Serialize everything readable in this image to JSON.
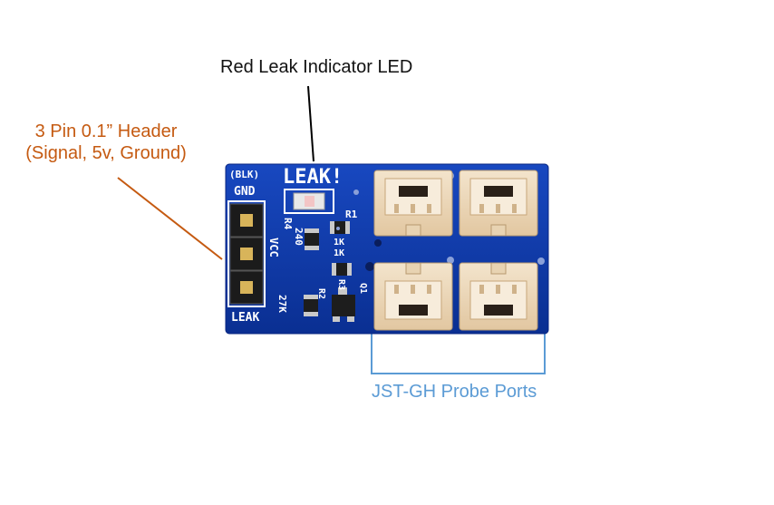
{
  "annotations": {
    "led": "Red Leak Indicator LED",
    "header_line1": "3 Pin 0.1” Header",
    "header_line2": "(Signal, 5v, Ground)",
    "probes": "JST-GH Probe Ports"
  },
  "silkscreen": {
    "leak": "LEAK!",
    "blk": "(BLK)",
    "gnd": "GND",
    "vcc": "VCC",
    "leak_pin": "LEAK",
    "r1": "R1",
    "r2": "R2",
    "r3": "R3",
    "r4": "R4",
    "q1": "Q1",
    "val_240": "240",
    "val_1k_a": "1K",
    "val_1k_b": "1K",
    "val_27k": "27K"
  },
  "colors": {
    "header_annotation": "#c55a11",
    "probe_annotation": "#5b9bd5",
    "led_annotation": "#111111",
    "board": "#0d3aa8"
  }
}
